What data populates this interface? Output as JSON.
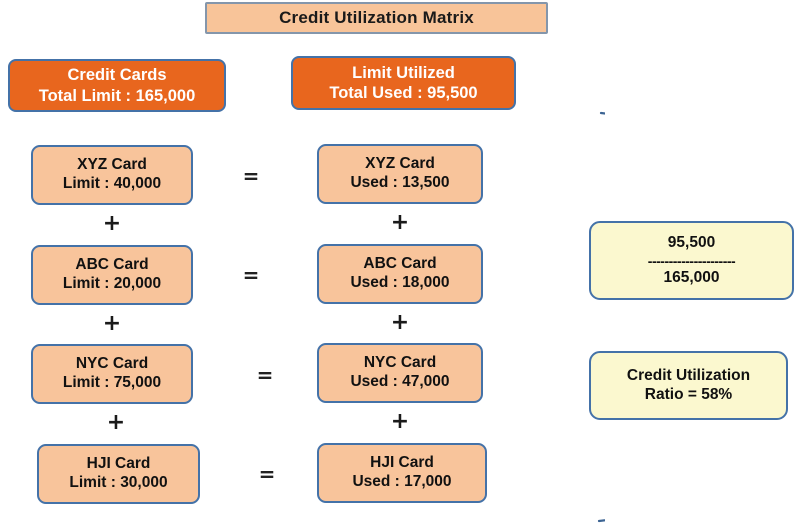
{
  "title": {
    "text": "Credit Utilization Matrix"
  },
  "headers": {
    "left": {
      "line1": "Credit Cards",
      "line2": "Total Limit : 165,000"
    },
    "right": {
      "line1": "Limit Utilized",
      "line2": "Total Used : 95,500"
    }
  },
  "cards": {
    "limits": [
      {
        "name": "XYZ Card",
        "value": "Limit : 40,000"
      },
      {
        "name": "ABC Card",
        "value": "Limit : 20,000"
      },
      {
        "name": "NYC Card",
        "value": "Limit : 75,000"
      },
      {
        "name": "HJI Card",
        "value": "Limit : 30,000"
      }
    ],
    "used": [
      {
        "name": "XYZ Card",
        "value": "Used : 13,500"
      },
      {
        "name": "ABC Card",
        "value": "Used : 18,000"
      },
      {
        "name": "NYC Card",
        "value": "Used : 47,000"
      },
      {
        "name": "HJI Card",
        "value": "Used : 17,000"
      }
    ]
  },
  "operators": {
    "plus": "+",
    "equals": "="
  },
  "result": {
    "fraction": {
      "numerator": "95,500",
      "rule": "---------------------",
      "denominator": "165,000"
    },
    "ratio": {
      "line1": "Credit Utilization",
      "line2": "Ratio = 58%"
    }
  },
  "chart_data": {
    "type": "table",
    "title": "Credit Utilization Matrix",
    "categories": [
      "XYZ Card",
      "ABC Card",
      "NYC Card",
      "HJI Card"
    ],
    "series": [
      {
        "name": "Limit",
        "values": [
          40000,
          20000,
          75000,
          30000
        ]
      },
      {
        "name": "Used",
        "values": [
          13500,
          18000,
          47000,
          17000
        ]
      }
    ],
    "totals": {
      "total_limit": 165000,
      "total_used": 95500
    },
    "ratio_percent": 58
  },
  "colors": {
    "header_orange": "#e8661e",
    "card_peach": "#f8c49b",
    "result_yellow": "#fbf8cf",
    "border_blue": "#4472a8",
    "title_border": "#8496ab",
    "background": "#ffffff"
  }
}
